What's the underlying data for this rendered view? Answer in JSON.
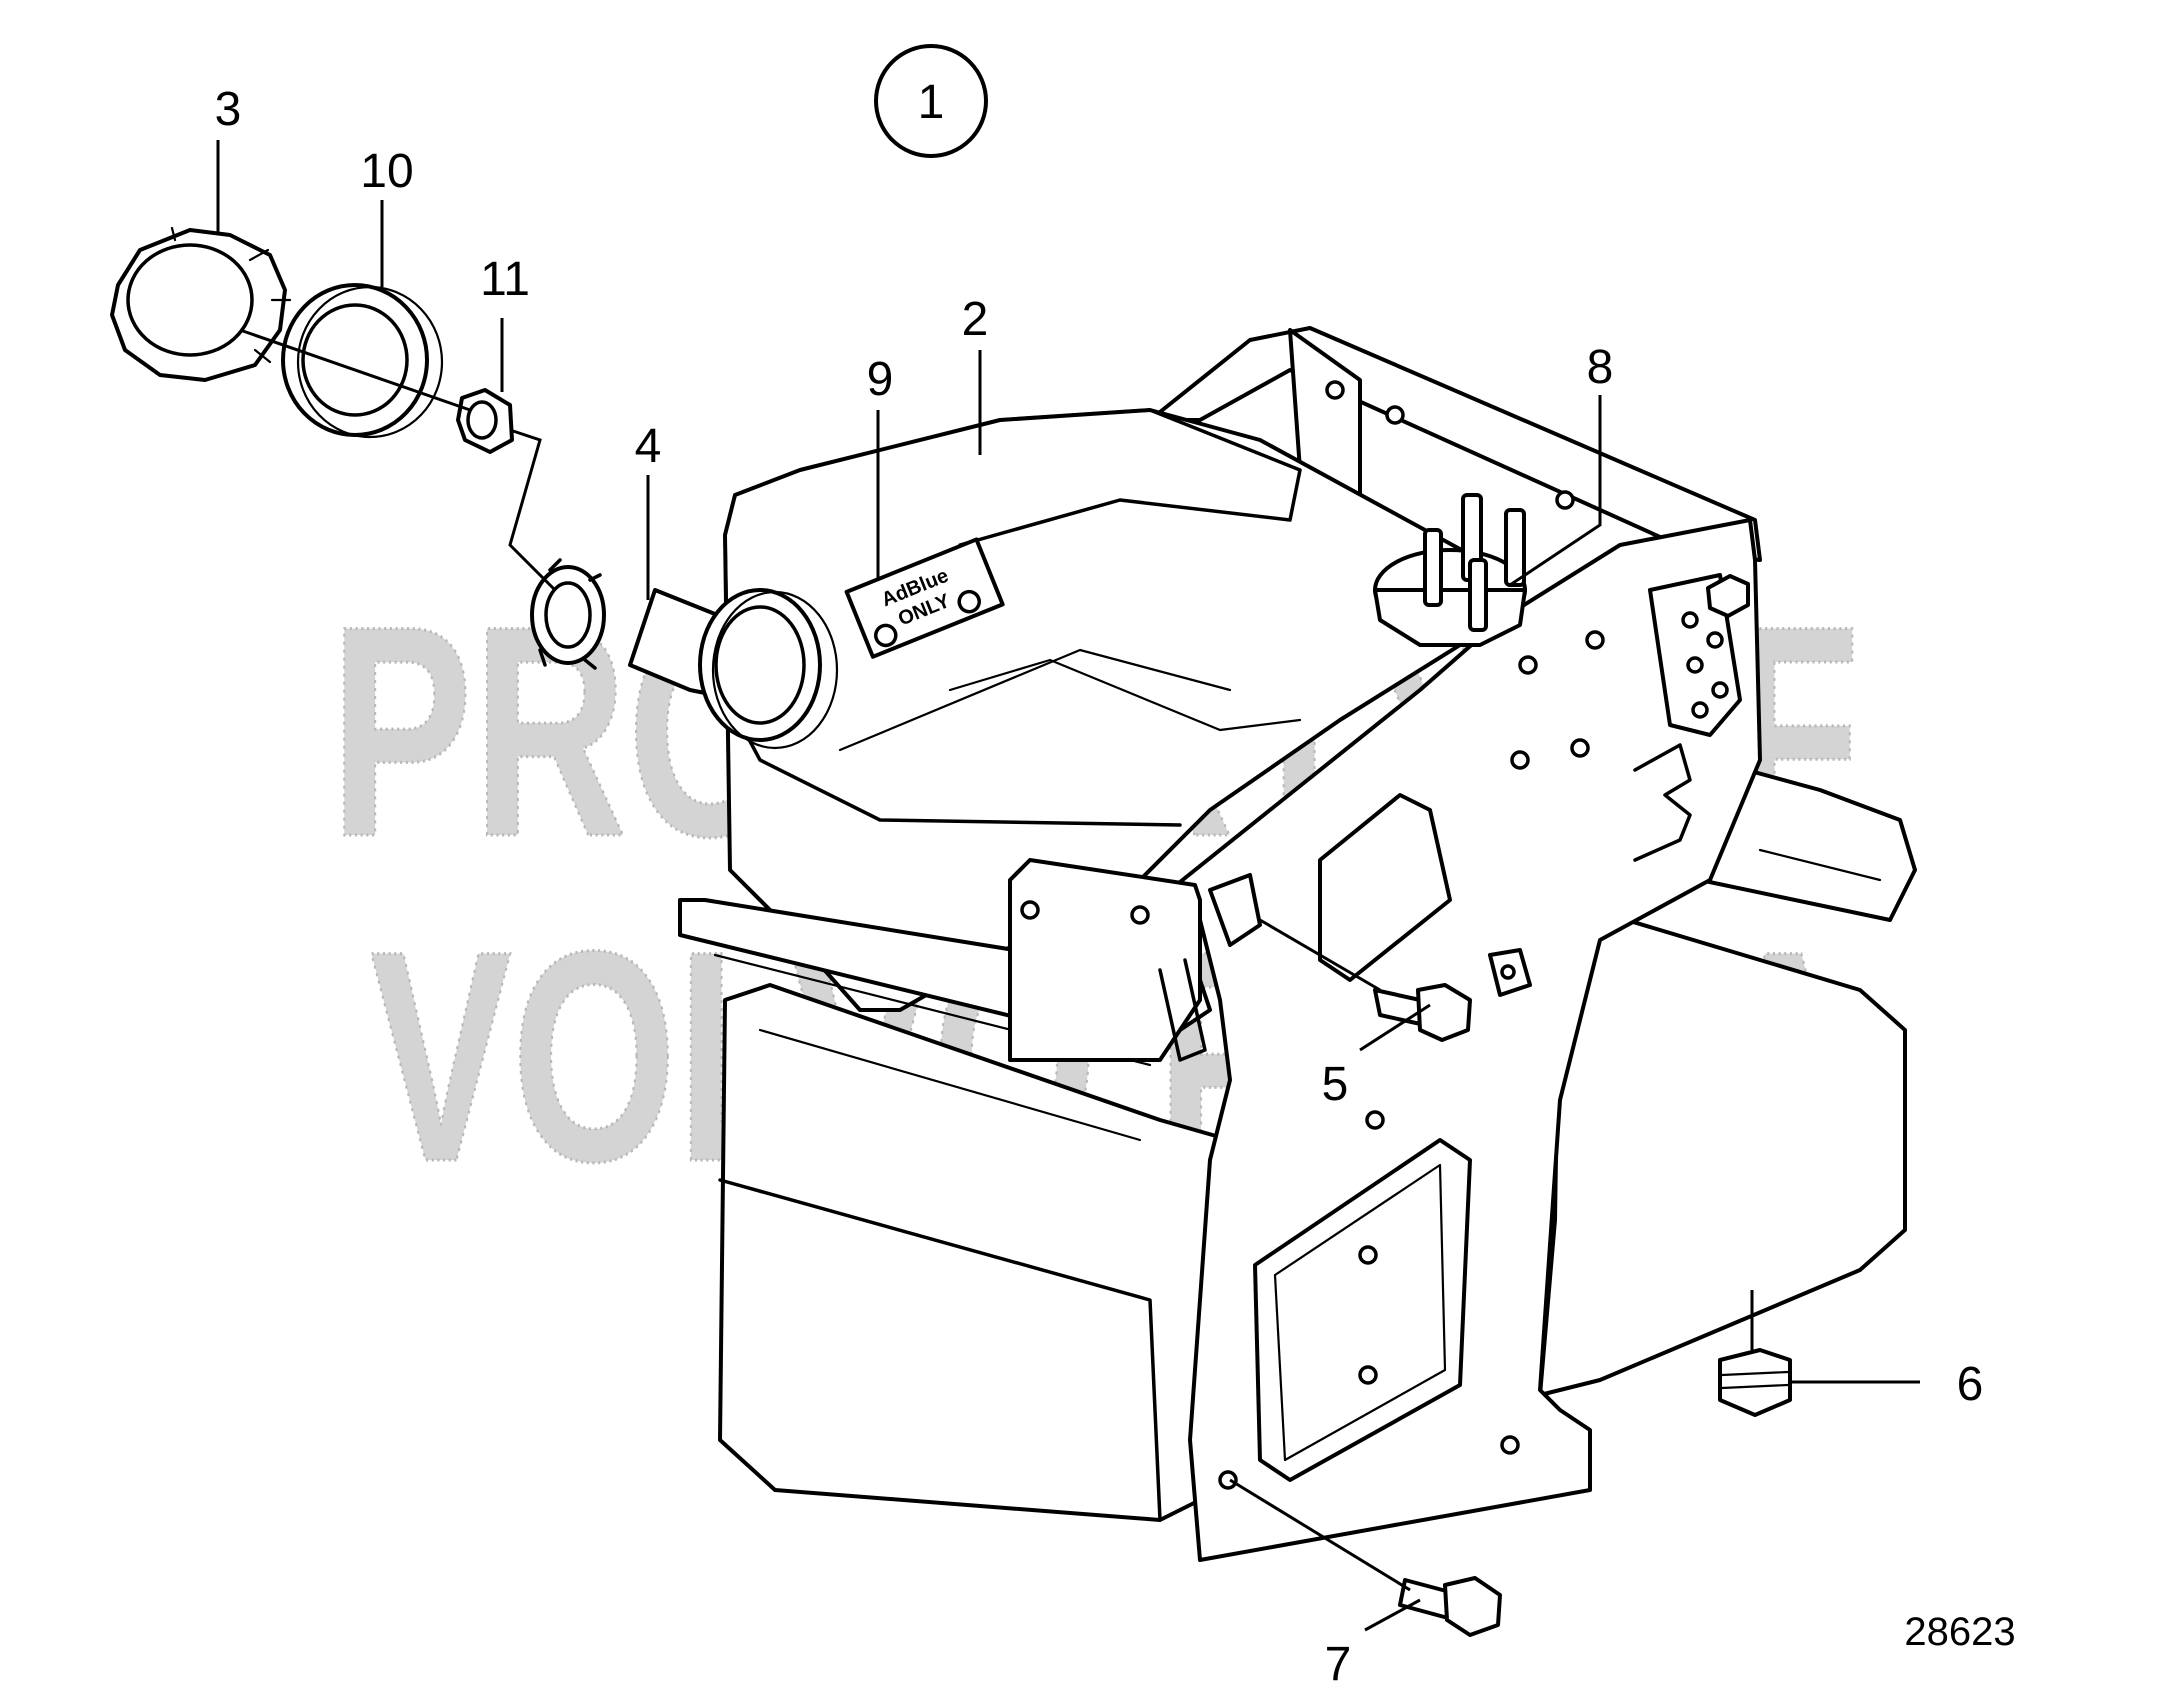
{
  "watermark": {
    "line1": "PROPERTY OF",
    "line2": "VOLVO PENTA"
  },
  "group_marker": "1",
  "reference_number": "28623",
  "decal": {
    "main": "AdBlue",
    "sub": "ONLY"
  },
  "callouts": [
    {
      "id": "3",
      "label": "3"
    },
    {
      "id": "10",
      "label": "10"
    },
    {
      "id": "11",
      "label": "11"
    },
    {
      "id": "2",
      "label": "2"
    },
    {
      "id": "9",
      "label": "9"
    },
    {
      "id": "8",
      "label": "8"
    },
    {
      "id": "4",
      "label": "4"
    },
    {
      "id": "5",
      "label": "5"
    },
    {
      "id": "6",
      "label": "6"
    },
    {
      "id": "7",
      "label": "7"
    }
  ]
}
